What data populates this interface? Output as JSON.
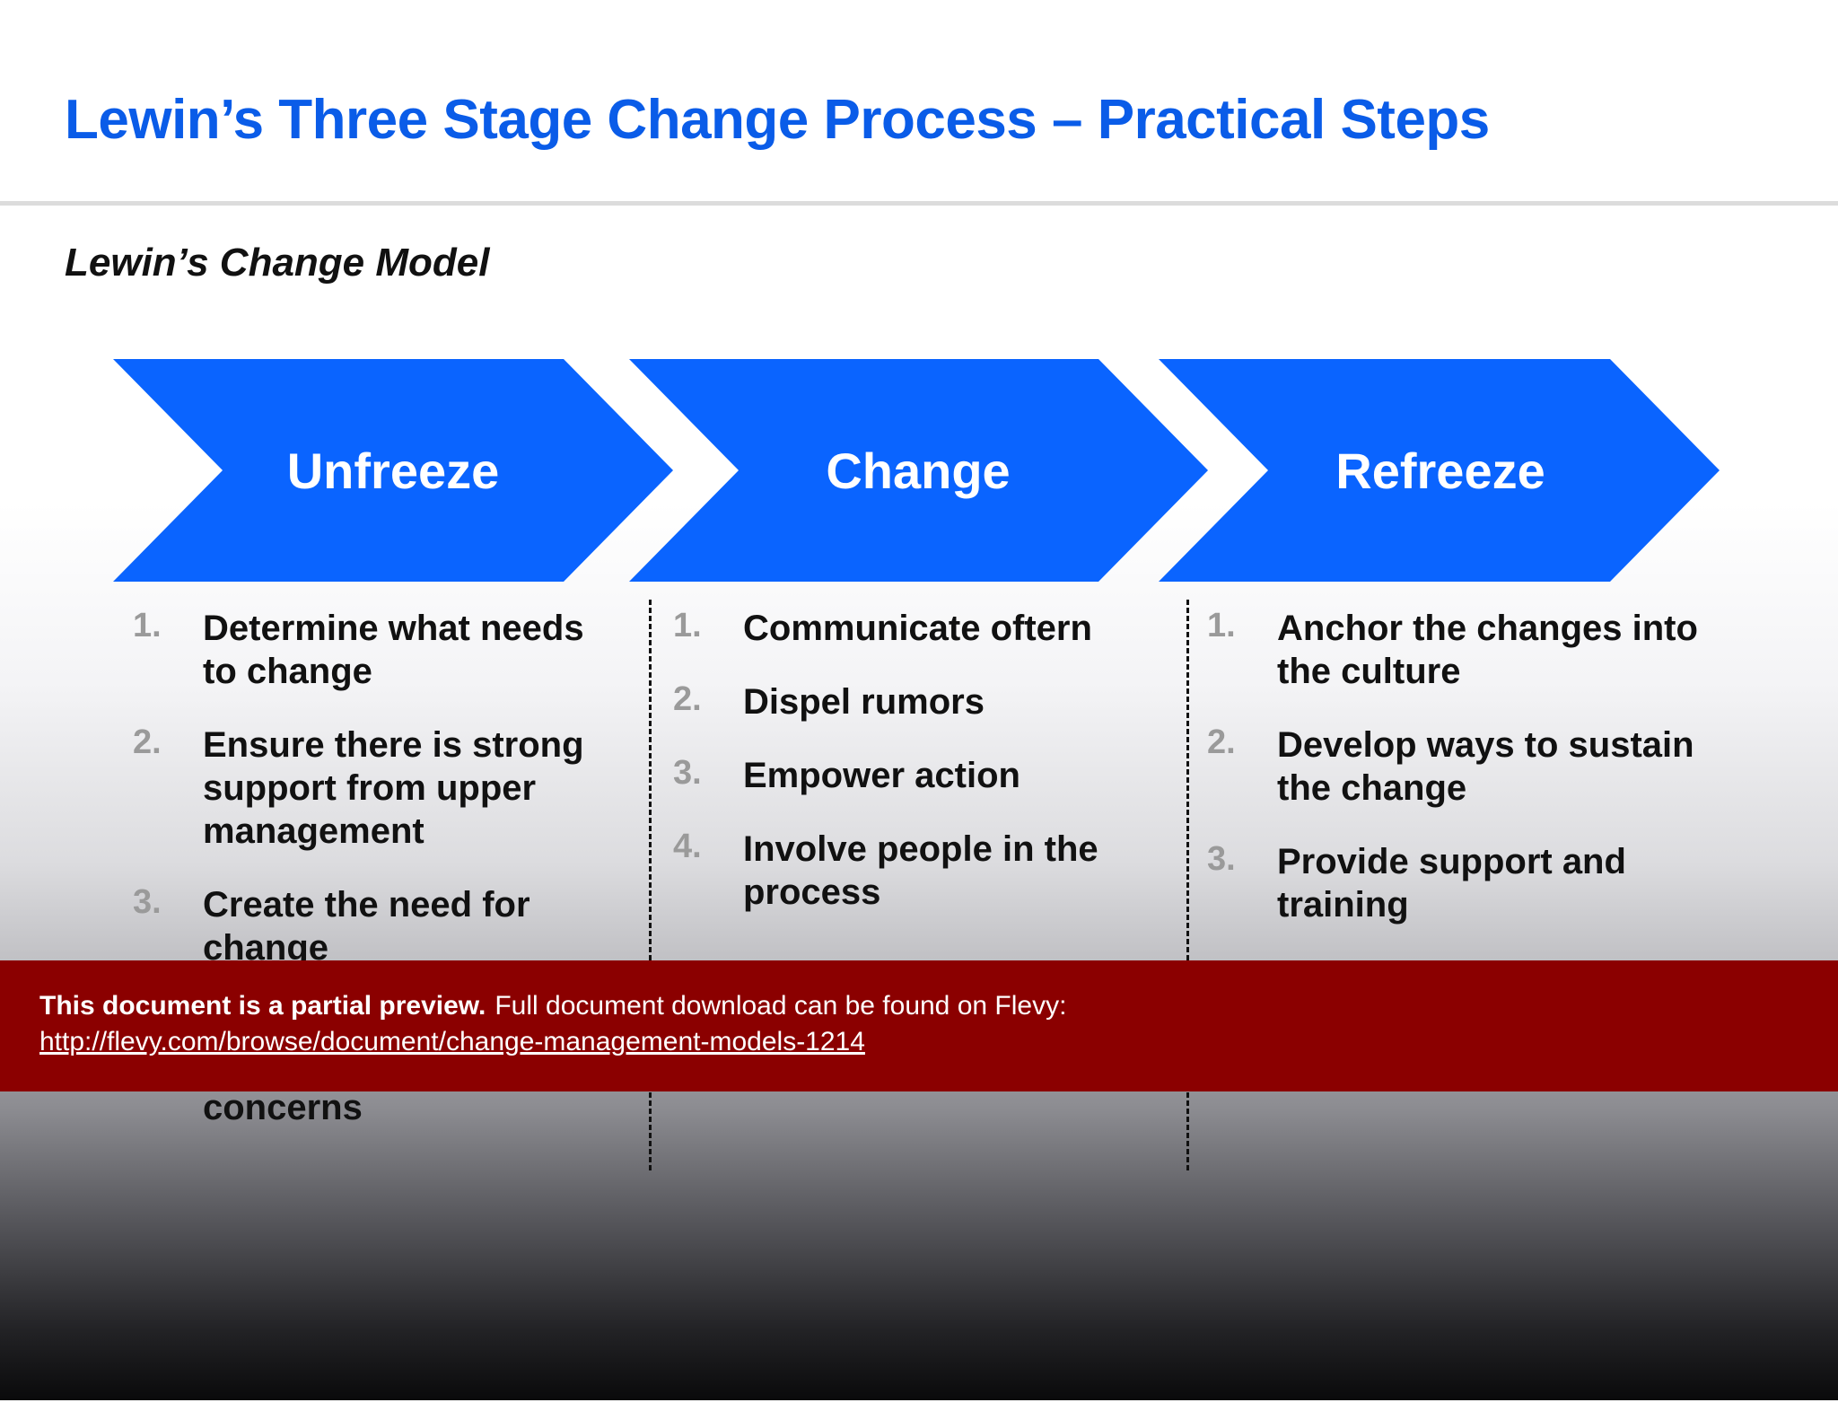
{
  "slide": {
    "title": "Lewin’s Three Stage Change Process – Practical Steps",
    "subtitle": "Lewin’s Change Model"
  },
  "colors": {
    "title": "#0a5ce8",
    "chevron": "#0a64ff",
    "banner": "#8b0000"
  },
  "stages": [
    {
      "label": "Unfreeze",
      "items": [
        {
          "num": "1.",
          "text": "Determine what needs to change"
        },
        {
          "num": "2.",
          "text": "Ensure there is strong support from upper management"
        },
        {
          "num": "3.",
          "text": "Create the need for change"
        }
      ]
    },
    {
      "label": "Change",
      "items": [
        {
          "num": "1.",
          "text": "Communicate oftern"
        },
        {
          "num": "2.",
          "text": "Dispel rumors"
        },
        {
          "num": "3.",
          "text": "Empower action"
        },
        {
          "num": "4.",
          "text": "Involve people in the process"
        }
      ]
    },
    {
      "label": "Refreeze",
      "items": [
        {
          "num": "1.",
          "text": "Anchor the changes into the culture"
        },
        {
          "num": "2.",
          "text": "Develop ways to sustain the change"
        },
        {
          "num": "3.",
          "text": "Provide support and training"
        }
      ]
    }
  ],
  "overflow_text": "concerns",
  "banner": {
    "bold": "This document is a partial preview.",
    "rest": "Full document download can be found on Flevy:",
    "link": "http://flevy.com/browse/document/change-management-models-1214"
  }
}
